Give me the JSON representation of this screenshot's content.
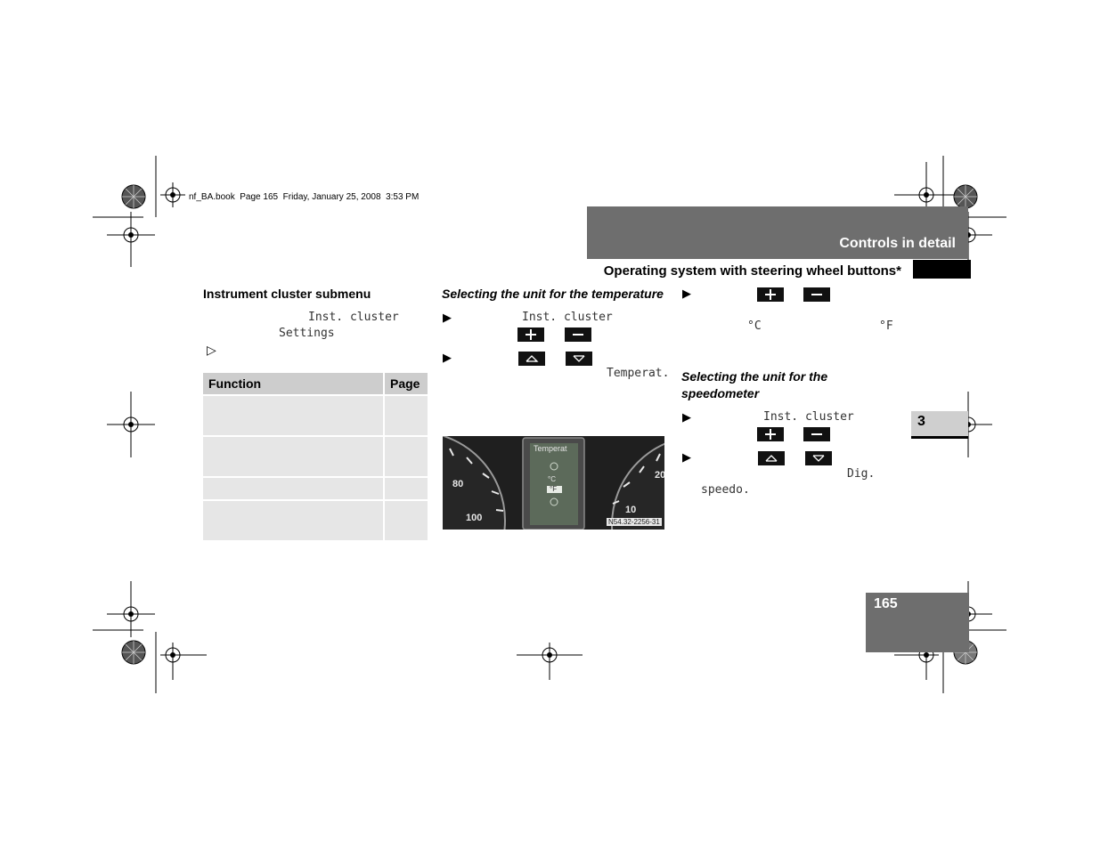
{
  "print_slug": "nf_BA.book  Page 165  Friday, January 25, 2008  3:53 PM",
  "header": {
    "chapter_title": "Controls in detail",
    "section_title": "Operating system with steering wheel buttons*"
  },
  "left_column": {
    "heading": "Instrument cluster submenu",
    "menu_inst_cluster": "Inst. cluster",
    "menu_settings": "Settings",
    "bullet": "▷",
    "table": {
      "headers": [
        "Function",
        "Page"
      ]
    }
  },
  "middle_column": {
    "heading": "Selecting the unit for the temperature",
    "step1_menu": "Inst. cluster",
    "step2_item": "Temperat.",
    "figure": {
      "display_title": "Temperat",
      "unit_c": "°C",
      "unit_f": "°F",
      "gauge_left_top": "80",
      "gauge_left_bottom": "100",
      "gauge_right_top": "20",
      "gauge_right_bottom": "10",
      "figure_id": "N54.32-2256-31"
    }
  },
  "right_column": {
    "unit_celsius": "°C",
    "unit_fahrenheit": "°F",
    "heading_line1": "Selecting the unit for the",
    "heading_line2": "speedometer",
    "step1_menu": "Inst. cluster",
    "step2_item_a": "Dig.",
    "step2_item_b": "speedo."
  },
  "step_arrow": "▶",
  "chapter_number": "3",
  "page_number": "165",
  "colors": {
    "header_gray": "#6e6e6e",
    "table_header": "#cdcdcd",
    "table_row": "#e6e6e6",
    "chapter_tab": "#cfcfcf"
  }
}
